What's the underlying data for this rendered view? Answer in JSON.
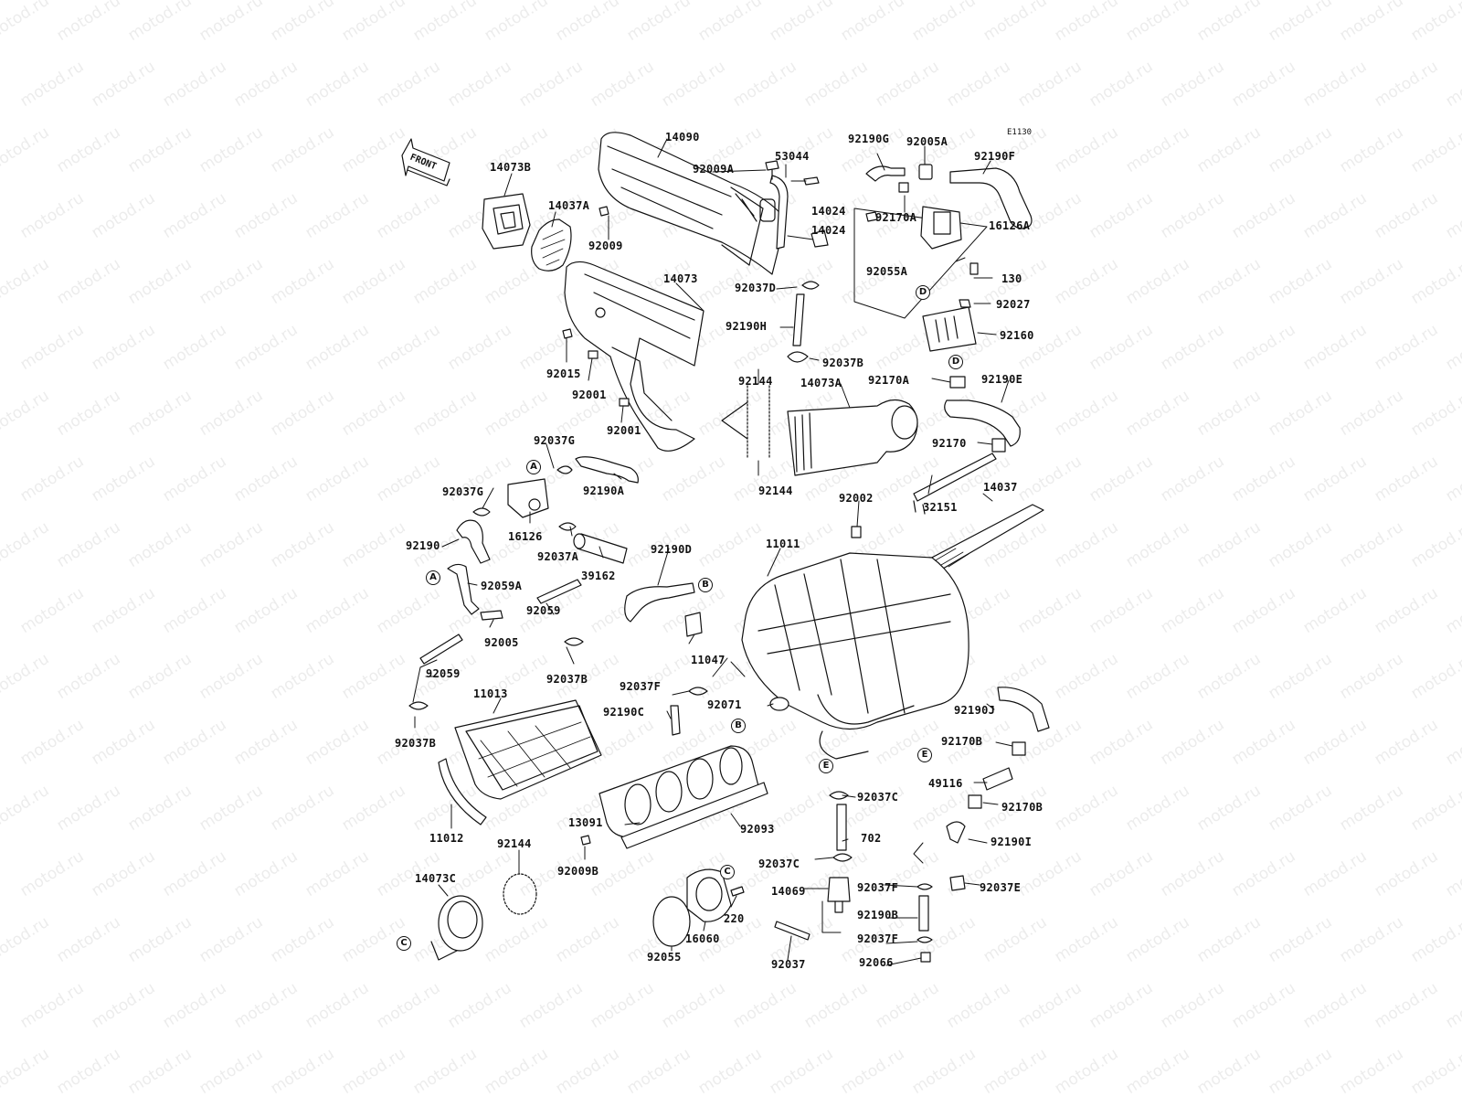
{
  "diagram": {
    "code": "E1130",
    "front_label": "FRONT",
    "watermark_text": "motod.ru",
    "part_labels": [
      {
        "id": "14090",
        "text": "14090"
      },
      {
        "id": "53044",
        "text": "53044"
      },
      {
        "id": "92190G",
        "text": "92190G"
      },
      {
        "id": "92005A",
        "text": "92005A"
      },
      {
        "id": "92190F",
        "text": "92190F"
      },
      {
        "id": "14073B",
        "text": "14073B"
      },
      {
        "id": "92009A",
        "text": "92009A"
      },
      {
        "id": "14037A",
        "text": "14037A"
      },
      {
        "id": "14024a",
        "text": "14024"
      },
      {
        "id": "14024b",
        "text": "14024"
      },
      {
        "id": "92170A-top",
        "text": "92170A"
      },
      {
        "id": "92009",
        "text": "92009"
      },
      {
        "id": "16126A",
        "text": "16126A"
      },
      {
        "id": "92055A",
        "text": "92055A"
      },
      {
        "id": "130",
        "text": "130"
      },
      {
        "id": "14073",
        "text": "14073"
      },
      {
        "id": "92037D",
        "text": "92037D"
      },
      {
        "id": "92027",
        "text": "92027"
      },
      {
        "id": "92190H",
        "text": "92190H"
      },
      {
        "id": "92160",
        "text": "92160"
      },
      {
        "id": "92037B-top",
        "text": "92037B"
      },
      {
        "id": "92015",
        "text": "92015"
      },
      {
        "id": "92144-top",
        "text": "92144"
      },
      {
        "id": "14073A",
        "text": "14073A"
      },
      {
        "id": "92170A-mid",
        "text": "92170A"
      },
      {
        "id": "92190E",
        "text": "92190E"
      },
      {
        "id": "92001a",
        "text": "92001"
      },
      {
        "id": "92001b",
        "text": "92001"
      },
      {
        "id": "92170",
        "text": "92170"
      },
      {
        "id": "92037G-a",
        "text": "92037G"
      },
      {
        "id": "92190A",
        "text": "92190A"
      },
      {
        "id": "92144-mid",
        "text": "92144"
      },
      {
        "id": "92002",
        "text": "92002"
      },
      {
        "id": "14037",
        "text": "14037"
      },
      {
        "id": "32151",
        "text": "32151"
      },
      {
        "id": "92037G-b",
        "text": "92037G"
      },
      {
        "id": "16126",
        "text": "16126"
      },
      {
        "id": "92190",
        "text": "92190"
      },
      {
        "id": "92037A",
        "text": "92037A"
      },
      {
        "id": "92190D",
        "text": "92190D"
      },
      {
        "id": "11011",
        "text": "11011"
      },
      {
        "id": "39162",
        "text": "39162"
      },
      {
        "id": "92059A",
        "text": "92059A"
      },
      {
        "id": "92059-a",
        "text": "92059"
      },
      {
        "id": "92005",
        "text": "92005"
      },
      {
        "id": "11047",
        "text": "11047"
      },
      {
        "id": "92059-b",
        "text": "92059"
      },
      {
        "id": "92037B-mid",
        "text": "92037B"
      },
      {
        "id": "92037F-a",
        "text": "92037F"
      },
      {
        "id": "92071",
        "text": "92071"
      },
      {
        "id": "11013",
        "text": "11013"
      },
      {
        "id": "92190C",
        "text": "92190C"
      },
      {
        "id": "92190J",
        "text": "92190J"
      },
      {
        "id": "92037B-bot",
        "text": "92037B"
      },
      {
        "id": "92170B-a",
        "text": "92170B"
      },
      {
        "id": "49116",
        "text": "49116"
      },
      {
        "id": "92037C-a",
        "text": "92037C"
      },
      {
        "id": "92170B-b",
        "text": "92170B"
      },
      {
        "id": "13091",
        "text": "13091"
      },
      {
        "id": "92093",
        "text": "92093"
      },
      {
        "id": "702",
        "text": "702"
      },
      {
        "id": "11012",
        "text": "11012"
      },
      {
        "id": "92144-bot",
        "text": "92144"
      },
      {
        "id": "92190I",
        "text": "92190I"
      },
      {
        "id": "92009B",
        "text": "92009B"
      },
      {
        "id": "92037C-b",
        "text": "92037C"
      },
      {
        "id": "14073C",
        "text": "14073C"
      },
      {
        "id": "14069",
        "text": "14069"
      },
      {
        "id": "92037F-b",
        "text": "92037F"
      },
      {
        "id": "92037E",
        "text": "92037E"
      },
      {
        "id": "220",
        "text": "220"
      },
      {
        "id": "92190B",
        "text": "92190B"
      },
      {
        "id": "16060",
        "text": "16060"
      },
      {
        "id": "92037F-c",
        "text": "92037F"
      },
      {
        "id": "92037",
        "text": "92037"
      },
      {
        "id": "92055",
        "text": "92055"
      },
      {
        "id": "92066",
        "text": "92066"
      }
    ],
    "ref_markers": [
      {
        "id": "D-top",
        "letter": "D"
      },
      {
        "id": "D-mid",
        "letter": "D"
      },
      {
        "id": "A-top",
        "letter": "A"
      },
      {
        "id": "A-left",
        "letter": "A"
      },
      {
        "id": "B-right",
        "letter": "B"
      },
      {
        "id": "B-low",
        "letter": "B"
      },
      {
        "id": "E-right",
        "letter": "E"
      },
      {
        "id": "E-low",
        "letter": "E"
      },
      {
        "id": "C-right",
        "letter": "C"
      },
      {
        "id": "C-left",
        "letter": "C"
      }
    ]
  }
}
